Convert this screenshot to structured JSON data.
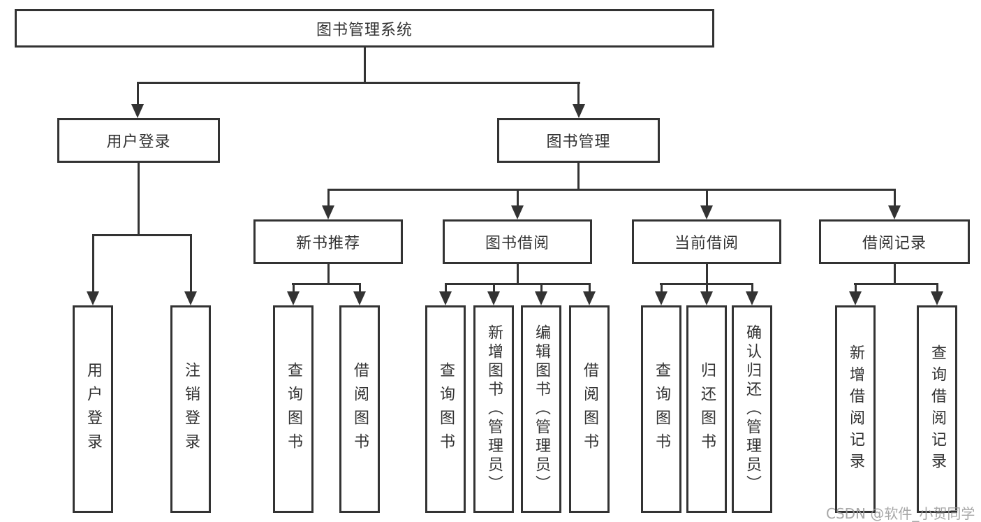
{
  "diagram": {
    "title": "图书管理系统",
    "root": "图书管理系统",
    "level2": [
      {
        "label": "用户登录"
      },
      {
        "label": "图书管理"
      }
    ],
    "level3": [
      {
        "label": "新书推荐"
      },
      {
        "label": "图书借阅"
      },
      {
        "label": "当前借阅"
      },
      {
        "label": "借阅记录"
      }
    ],
    "leaves": {
      "user_login": [
        "用户登录",
        "注销登录"
      ],
      "new_book": [
        "查询图书",
        "借阅图书"
      ],
      "book_borrow": [
        "查询图书",
        "新增图书（管理员）",
        "编辑图书（管理员）",
        "借阅图书"
      ],
      "current_borrow": [
        "查询图书",
        "归还图书",
        "确认归还（管理员）"
      ],
      "borrow_record": [
        "新增借阅记录",
        "查询借阅记录"
      ]
    }
  },
  "watermark": "CSDN @软件_小贺同学",
  "colors": {
    "line": "#333333",
    "text": "#333333",
    "box_background": "#ffffff",
    "watermark": "#9b9b9b",
    "background": "#ffffff"
  }
}
